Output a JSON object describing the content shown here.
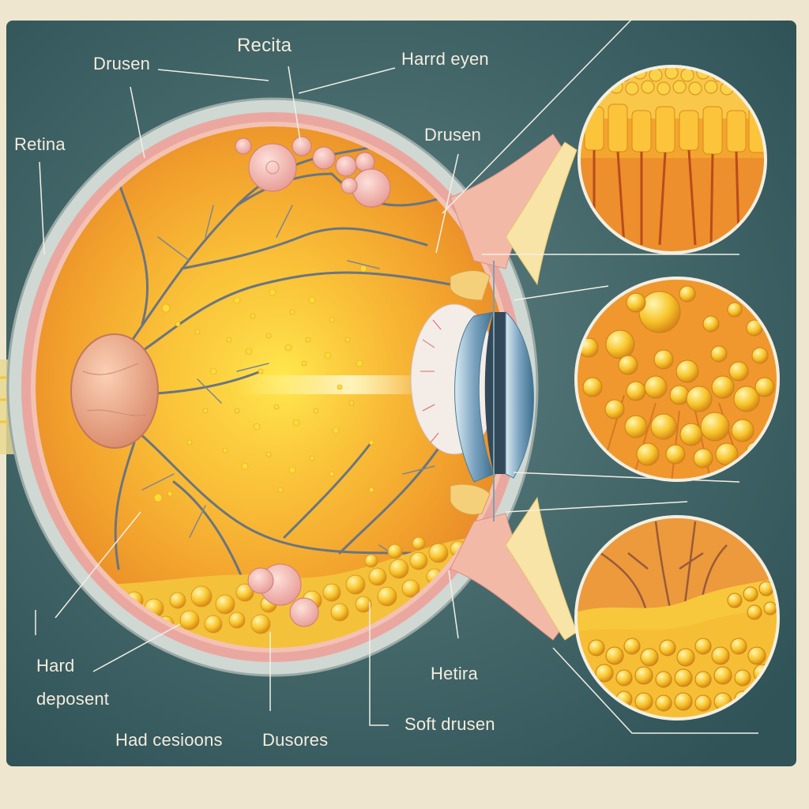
{
  "labels": {
    "drusen_top": "Drusen",
    "recita": "Recita",
    "harrd_eyen": "Harrd eyen",
    "retina_left": "Retina",
    "drusen_right": "Drusen",
    "hard": "Hard",
    "deposent": "deposent",
    "had_cesioons": "Had cesioons",
    "dusores": "Dusores",
    "hetira": "Hetira",
    "soft_drusen": "Soft drusen"
  },
  "colors": {
    "background": "#35585c",
    "frame": "#efe6cf",
    "retina_orange": "#f2a531",
    "macula_yellow": "#f8d43a",
    "vessel": "#6a7580",
    "wall_pink": "#e9a59e",
    "drusen_yellow": "#f5c332"
  }
}
